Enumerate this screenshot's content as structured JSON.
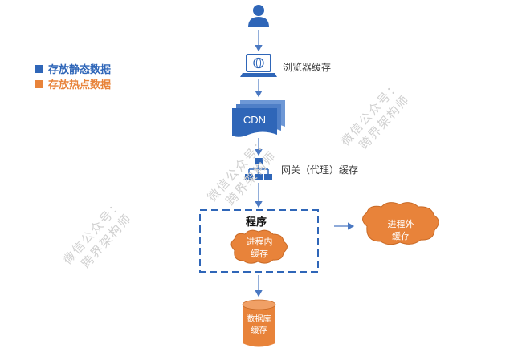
{
  "legend": {
    "static": {
      "label": "存放静态数据",
      "color": "#2f66b8"
    },
    "hot": {
      "label": "存放热点数据",
      "color": "#e8833a"
    }
  },
  "nodes": {
    "browser_cache": "浏览器缓存",
    "cdn": "CDN",
    "gateway": "网关（代理）缓存",
    "program": "程序",
    "in_process": {
      "line1": "进程内",
      "line2": "缓存"
    },
    "out_process": {
      "line1": "进程外",
      "line2": "缓存"
    },
    "database": {
      "line1": "数据库",
      "line2": "缓存"
    }
  },
  "watermark": {
    "line1": "微信公众号：",
    "line2": "跨界架构师"
  },
  "colors": {
    "blue": "#2f66b8",
    "orange": "#e8833a",
    "arrow": "#4a78c2"
  }
}
